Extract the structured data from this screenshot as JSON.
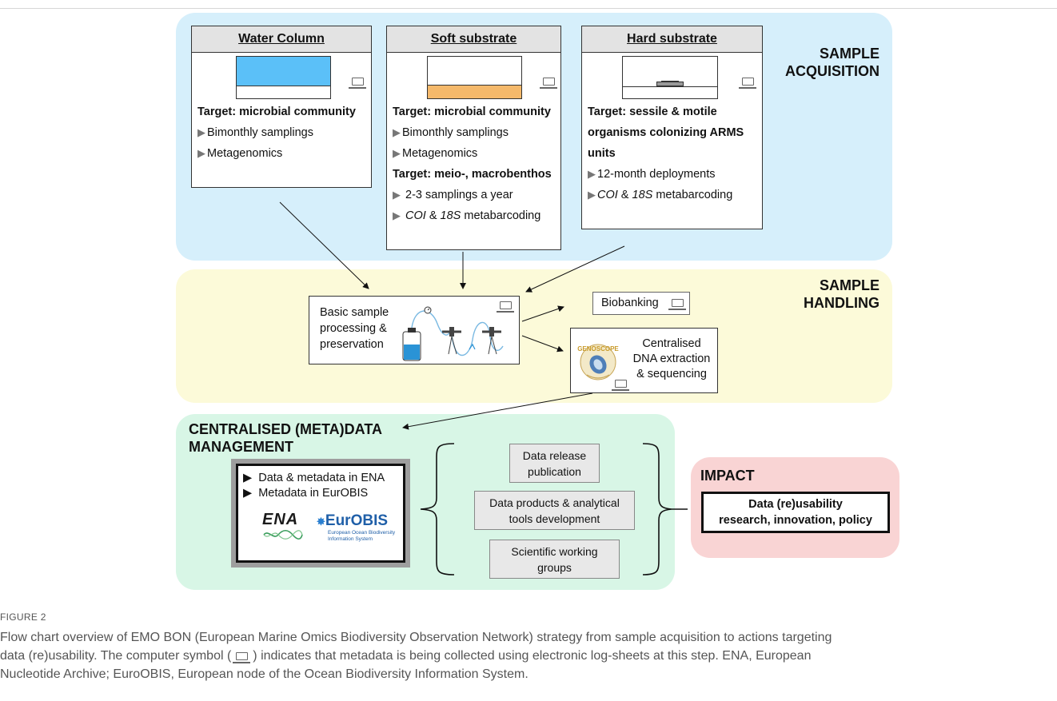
{
  "acquisition": {
    "title_line1": "SAMPLE",
    "title_line2": "ACQUISITION",
    "water_column": {
      "title": "Water Column",
      "target": "Target: microbial community",
      "items": [
        "Bimonthly samplings",
        "Metagenomics"
      ]
    },
    "soft_substrate": {
      "title": "Soft substrate",
      "target1": "Target: microbial community",
      "items1": [
        "Bimonthly samplings",
        "Metagenomics"
      ],
      "target2": "Target: meio-, macrobenthos",
      "item3": "2-3 samplings a year",
      "item4_a": "COI",
      "item4_b": " & ",
      "item4_c": "18S",
      "item4_d": " metabarcoding"
    },
    "hard_substrate": {
      "title": "Hard substrate",
      "target_l1": "Target: sessile & motile",
      "target_l2": "organisms colonizing ARMS",
      "target_l3": "units",
      "item1": "12-month deployments",
      "item2_a": "COI",
      "item2_b": " & ",
      "item2_c": "18S",
      "item2_d": " metabarcoding"
    }
  },
  "handling": {
    "title_line1": "SAMPLE",
    "title_line2": "HANDLING",
    "processing_l1": "Basic sample",
    "processing_l2": "processing &",
    "processing_l3": "preservation",
    "biobanking": "Biobanking",
    "sequencing_l1": "Centralised",
    "sequencing_l2": "DNA extraction",
    "sequencing_l3": "& sequencing",
    "genoscope_logo_text": "GENOSCOPE"
  },
  "management": {
    "title_line1": "CENTRALISED (META)DATA",
    "title_line2": "MANAGEMENT",
    "item1": "Data & metadata in ENA",
    "item2": "Metadata in EurOBIS",
    "ena_logo": "ENA",
    "eurobis_logo": "EurOBIS",
    "eurobis_sub1": "European Ocean Biodiversity",
    "eurobis_sub2": "Information System",
    "actions": [
      {
        "l1": "Data release",
        "l2": "publication"
      },
      {
        "l1": "Data products & analytical",
        "l2": "tools development"
      },
      {
        "l1": "Scientific working",
        "l2": "groups"
      }
    ]
  },
  "impact": {
    "title": "IMPACT",
    "box_l1": "Data (re)usability",
    "box_l2": "research, innovation, policy"
  },
  "caption": {
    "label": "FIGURE 2",
    "text_l1": "Flow chart overview of EMO BON (European Marine Omics Biodiversity Observation Network) strategy from sample acquisition to actions targeting",
    "text_l2a": "data (re)usability. The computer symbol (",
    "text_l2b": ") indicates that metadata is being collected using electronic log-sheets at this step. ENA, European",
    "text_l3": "Nucleotide Archive; EuroOBIS, European node of the Ocean Biodiversity Information System."
  },
  "icons": {
    "computer": "computer-icon",
    "bullet": "triangle-bullet-icon"
  },
  "colors": {
    "acquisition_bg": "#d6effb",
    "handling_bg": "#fcfad9",
    "management_bg": "#d8f6e6",
    "impact_bg": "#f9d4d4",
    "water": "#5bc0f8",
    "sediment": "#f5b96b"
  }
}
